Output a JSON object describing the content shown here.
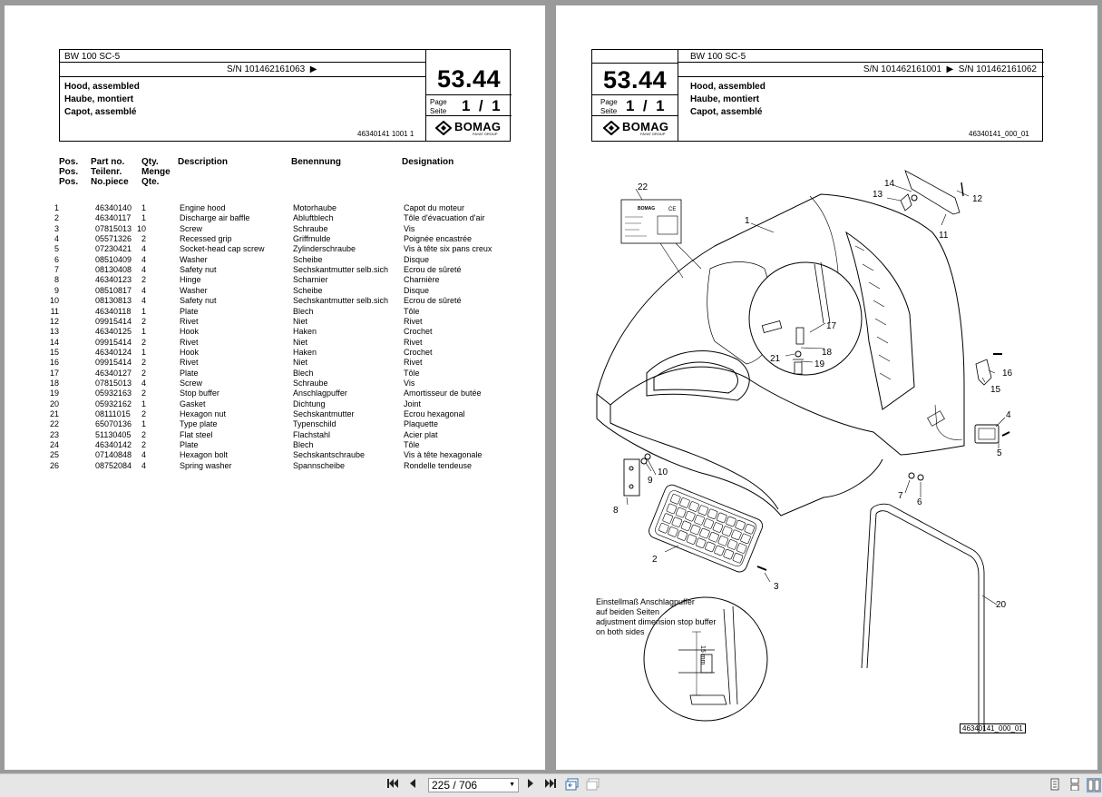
{
  "left": {
    "model": "BW 100 SC-5",
    "sn_range": "S/N 101462161063",
    "titles": [
      "Hood, assembled",
      "Haube, montiert",
      "Capot, assemblé"
    ],
    "group_no": "53.44",
    "page_label": [
      "Page",
      "Seite"
    ],
    "page_num": "1  /  1",
    "doc_no": "46340141 1001 1",
    "logo": "BOMAG",
    "logo_sub": "FAYAT GROUP",
    "columns": {
      "pos": [
        "Pos.",
        "Pos.",
        "Pos."
      ],
      "part": [
        "Part no.",
        "Teilenr.",
        "No.piece"
      ],
      "qty": [
        "Qty.",
        "Menge",
        "Qte."
      ],
      "desc": "Description",
      "ben": "Benennung",
      "des": "Designation"
    },
    "parts": [
      [
        "1",
        "46340140",
        "1",
        "Engine hood",
        "Motorhaube",
        "Capot du moteur"
      ],
      [
        "2",
        "46340117",
        "1",
        "Discharge air baffle",
        "Abluftblech",
        "Tôle d'évacuation d'air"
      ],
      [
        "3",
        "07815013",
        "10",
        "Screw",
        "Schraube",
        "Vis"
      ],
      [
        "4",
        "05571326",
        "2",
        "Recessed grip",
        "Griffmulde",
        "Poignée encastrée"
      ],
      [
        "5",
        "07230421",
        "4",
        "Socket-head cap screw",
        "Zylinderschraube",
        "Vis à tête six pans creux"
      ],
      [
        "6",
        "08510409",
        "4",
        "Washer",
        "Scheibe",
        "Disque"
      ],
      [
        "7",
        "08130408",
        "4",
        "Safety nut",
        "Sechskantmutter selb.sich",
        "Ecrou de sûreté"
      ],
      [
        "8",
        "46340123",
        "2",
        "Hinge",
        "Scharnier",
        "Charnière"
      ],
      [
        "9",
        "08510817",
        "4",
        "Washer",
        "Scheibe",
        "Disque"
      ],
      [
        "10",
        "08130813",
        "4",
        "Safety nut",
        "Sechskantmutter selb.sich",
        "Ecrou de sûreté"
      ],
      [
        "11",
        "46340118",
        "1",
        "Plate",
        "Blech",
        "Tôle"
      ],
      [
        "12",
        "09915414",
        "2",
        "Rivet",
        "Niet",
        "Rivet"
      ],
      [
        "13",
        "46340125",
        "1",
        "Hook",
        "Haken",
        "Crochet"
      ],
      [
        "14",
        "09915414",
        "2",
        "Rivet",
        "Niet",
        "Rivet"
      ],
      [
        "15",
        "46340124",
        "1",
        "Hook",
        "Haken",
        "Crochet"
      ],
      [
        "16",
        "09915414",
        "2",
        "Rivet",
        "Niet",
        "Rivet"
      ],
      [
        "17",
        "46340127",
        "2",
        "Plate",
        "Blech",
        "Tôle"
      ],
      [
        "18",
        "07815013",
        "4",
        "Screw",
        "Schraube",
        "Vis"
      ],
      [
        "19",
        "05932163",
        "2",
        "Stop buffer",
        "Anschlagpuffer",
        "Amortisseur de butée"
      ],
      [
        "20",
        "05932162",
        "1",
        "Gasket",
        "Dichtung",
        "Joint"
      ],
      [
        "21",
        "08111015",
        "2",
        "Hexagon nut",
        "Sechskantmutter",
        "Ecrou hexagonal"
      ],
      [
        "22",
        "65070136",
        "1",
        "Type plate",
        "Typenschild",
        "Plaquette"
      ],
      [
        "23",
        "51130405",
        "2",
        "Flat steel",
        "Flachstahl",
        "Acier plat"
      ],
      [
        "24",
        "46340142",
        "2",
        "Plate",
        "Blech",
        "Tôle"
      ],
      [
        "25",
        "07140848",
        "4",
        "Hexagon bolt",
        "Sechskantschraube",
        "Vis à tête hexagonale"
      ],
      [
        "26",
        "08752084",
        "4",
        "Spring washer",
        "Spannscheibe",
        "Rondelle tendeuse"
      ]
    ]
  },
  "right": {
    "model": "BW 100 SC-5",
    "sn_range": "S/N 101462161001  ▶  S/N 101462161062",
    "titles": [
      "Hood, assembled",
      "Haube, montiert",
      "Capot, assemblé"
    ],
    "group_no": "53.44",
    "page_label": [
      "Page",
      "Seite"
    ],
    "page_num": "1  /  1",
    "doc_no": "46340141_000_01",
    "logo": "BOMAG",
    "logo_sub": "FAYAT GROUP",
    "drawing_no": "46340141_000_01",
    "note": [
      "Einstellmaß Anschlagpuffer",
      "auf beiden Seiten",
      "adjustment dimension stop buffer",
      "on both sides"
    ],
    "dimension": "15 mm",
    "plate_brand": "BOMAG",
    "plate_ce": "CE",
    "callouts": [
      "1",
      "2",
      "3",
      "4",
      "5",
      "6",
      "7",
      "8",
      "9",
      "10",
      "11",
      "12",
      "13",
      "14",
      "15",
      "16",
      "17",
      "18",
      "19",
      "20",
      "21",
      "22"
    ]
  },
  "toolbar": {
    "page_indicator": "225 / 706"
  }
}
